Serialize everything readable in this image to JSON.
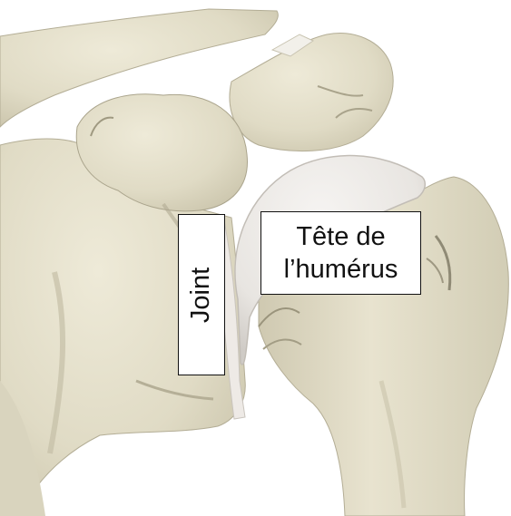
{
  "labels": {
    "humeral_head": [
      "Tête de",
      "l’humérus"
    ],
    "joint": "Joint"
  },
  "colors": {
    "bone": "#e4dfcb",
    "bone_shadow": "#b9b39c",
    "bone_dark": "#8f8a75",
    "cartilage": "#ece9e6",
    "background": "#ffffff",
    "label_border": "#111111"
  }
}
